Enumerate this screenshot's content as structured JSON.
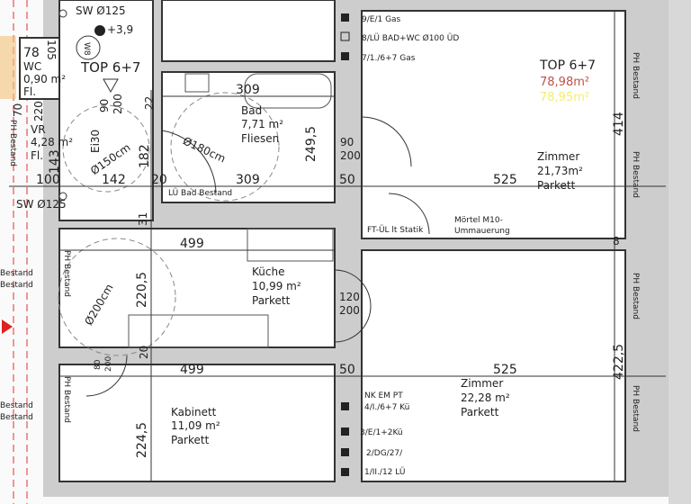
{
  "unit": {
    "label": "TOP 6+7",
    "area_primary": "78,98m²",
    "area_secondary": "78,95m²",
    "color_primary": "#c0504d",
    "color_secondary": "#f2ee6e"
  },
  "rooms": {
    "wc": {
      "name": "WC",
      "area": "0,90 m²",
      "floor": "Fl."
    },
    "vr": {
      "name": "VR",
      "area": "4,28 m²",
      "floor": "Fl."
    },
    "bad": {
      "name": "Bad",
      "area": "7,71 m²",
      "floor": "Fliesen"
    },
    "zimmer_top": {
      "name": "Zimmer",
      "area": "21,73m²",
      "floor": "Parkett"
    },
    "kueche": {
      "name": "Küche",
      "area": "10,99 m²",
      "floor": "Parkett"
    },
    "kabinett": {
      "name": "Kabinett",
      "area": "11,09 m²",
      "floor": "Parkett"
    },
    "zimmer_bottom": {
      "name": "Zimmer",
      "area": "22,28 m²",
      "floor": "Parkett"
    }
  },
  "labels": {
    "sw_top": "SW Ø125",
    "sw_left": "SW Ø125",
    "level": "+3,9",
    "w8": "W8",
    "top_left": "TOP 6+7",
    "lue_bad": "LÜ Bad Bestand",
    "ei30": "Ei30",
    "circle_150": "Ø150cm",
    "circle_180": "Ø180cm",
    "circle_200": "Ø200cm",
    "ft_ul": "FT-ÜL lt Statik",
    "moertel_1": "Mörtel M10-",
    "moertel_2": "Ummauerung",
    "ph_bestand": "PH Bestand",
    "bestand": "Bestand"
  },
  "shafts": [
    "9/E/1 Gas",
    "8/LÜ BAD+WC Ø100 ÜD",
    "7/1./6+7 Gas",
    "NK EM PT",
    "4/I./6+7 Kü",
    "3/E/1+2Kü",
    "2/DG/27/",
    "1/II./12 LÜ"
  ],
  "dims": {
    "wc_78": "78",
    "wc_105": "105",
    "d70": "70",
    "d220": "220",
    "d143": "143",
    "door_90a": "90",
    "door_200a": "200",
    "d22": "22",
    "d182": "182",
    "d100": "100",
    "d142": "142",
    "d20a": "20",
    "d309b": "309",
    "d50a": "50",
    "d525a": "525",
    "d309a": "309",
    "d249_5": "249,5",
    "door_90b": "90",
    "door_200b": "200",
    "d31": "31",
    "d414": "414",
    "d8": "8",
    "d499a": "499",
    "d220_5": "220,5",
    "door_120": "120",
    "door_200c": "200",
    "door_80": "80",
    "door_200d": "200",
    "d20b": "20",
    "d499b": "499",
    "d50b": "50",
    "d525b": "525",
    "d422_5": "422,5",
    "d224_5": "224,5"
  }
}
